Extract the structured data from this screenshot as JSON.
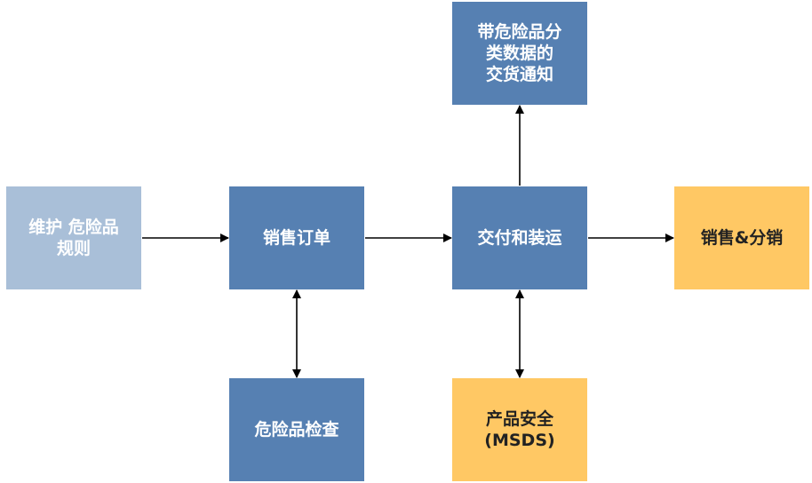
{
  "nodes": {
    "maintain": {
      "label": "维护 危险品\n规则",
      "color": "#a9bfd8"
    },
    "order": {
      "label": "销售订单",
      "color": "#5680b2"
    },
    "delivery": {
      "label": "交付和装运",
      "color": "#5680b2"
    },
    "sales": {
      "label": "销售&分销",
      "color": "#ffc864"
    },
    "notice": {
      "label": "带危险品分\n类数据的\n交货通知",
      "color": "#5680b2"
    },
    "check": {
      "label": "危险品检查",
      "color": "#5680b2"
    },
    "msds": {
      "label": "产品安全\n(MSDS)",
      "color": "#ffc864"
    }
  },
  "edges": [
    {
      "from": "maintain",
      "to": "order",
      "direction": "forward"
    },
    {
      "from": "order",
      "to": "delivery",
      "direction": "forward"
    },
    {
      "from": "delivery",
      "to": "sales",
      "direction": "forward"
    },
    {
      "from": "delivery",
      "to": "notice",
      "direction": "forward"
    },
    {
      "from": "order",
      "to": "check",
      "direction": "both"
    },
    {
      "from": "delivery",
      "to": "msds",
      "direction": "both"
    }
  ],
  "colors": {
    "arrow": "#000000"
  }
}
